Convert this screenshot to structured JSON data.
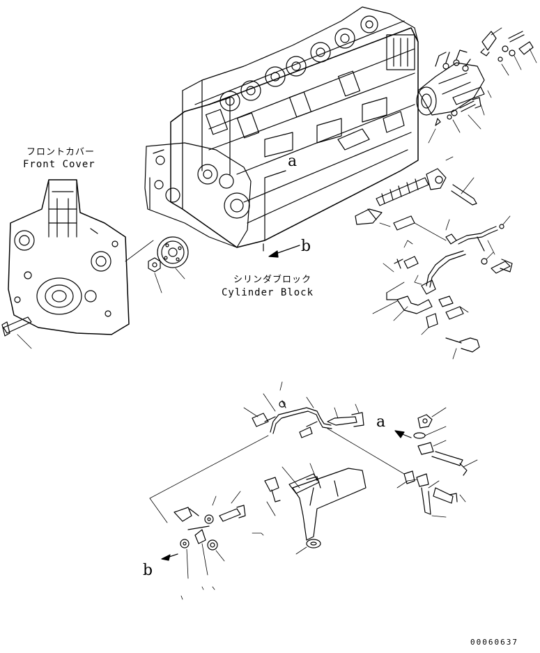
{
  "labels": {
    "front_cover_jp": "フロントカバー",
    "front_cover_en": "Front Cover",
    "cylinder_block_jp": "シリンダブロック",
    "cylinder_block_en": "Cylinder Block"
  },
  "refs": {
    "a_top": "a",
    "b_top": "b",
    "a_bottom": "a",
    "b_bottom": "b"
  },
  "drawing_number": "00060637"
}
